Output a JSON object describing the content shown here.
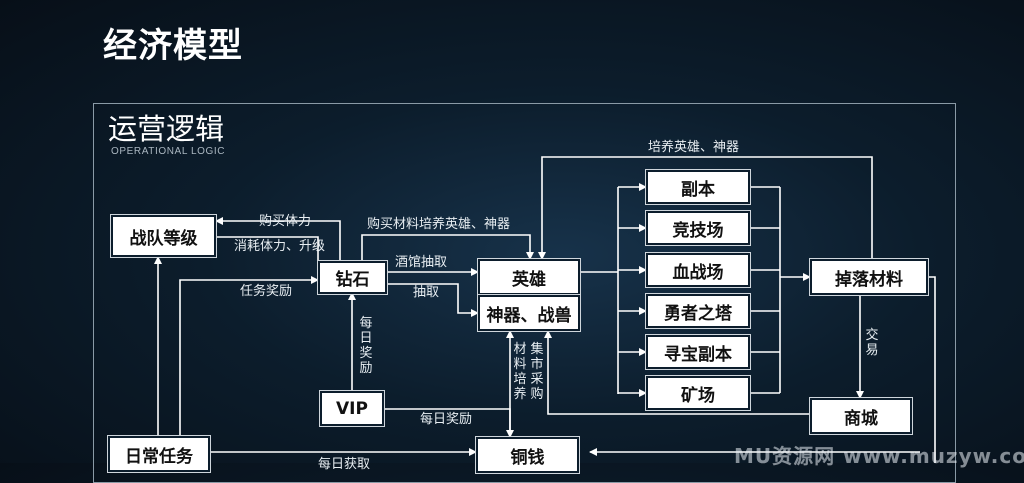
{
  "page": {
    "title": "经济模型"
  },
  "panel": {
    "title": "运营逻辑",
    "subtitle": "OPERATIONAL LOGIC"
  },
  "nodes": {
    "team_level": "战队等级",
    "diamond": "钻石",
    "vip": "VIP",
    "daily_task": "日常任务",
    "hero": "英雄",
    "artifact_beast": "神器、战兽",
    "copper": "铜钱",
    "dungeon": "副本",
    "arena": "竞技场",
    "blood_arena": "血战场",
    "brave_tower": "勇者之塔",
    "treasure_dungeon": "寻宝副本",
    "mine": "矿场",
    "drop_material": "掉落材料",
    "shop": "商城"
  },
  "edge_labels": {
    "buy_stamina": "购买体力",
    "consume_stamina": "消耗体力、升级",
    "task_reward": "任务奖励",
    "buy_material": "购买材料培养英雄、神器",
    "tavern_draw": "酒馆抽取",
    "draw": "抽取",
    "daily_reward_vertical": "每日奖励",
    "daily_reward": "每日奖励",
    "train_hero_artifact": "培养英雄、神器",
    "material_train": "材料培养",
    "market_purchase": "集市采购",
    "trade": "交易",
    "daily_bottom": "每日获取"
  },
  "watermark": "MU资源网 www.muzyw.com"
}
